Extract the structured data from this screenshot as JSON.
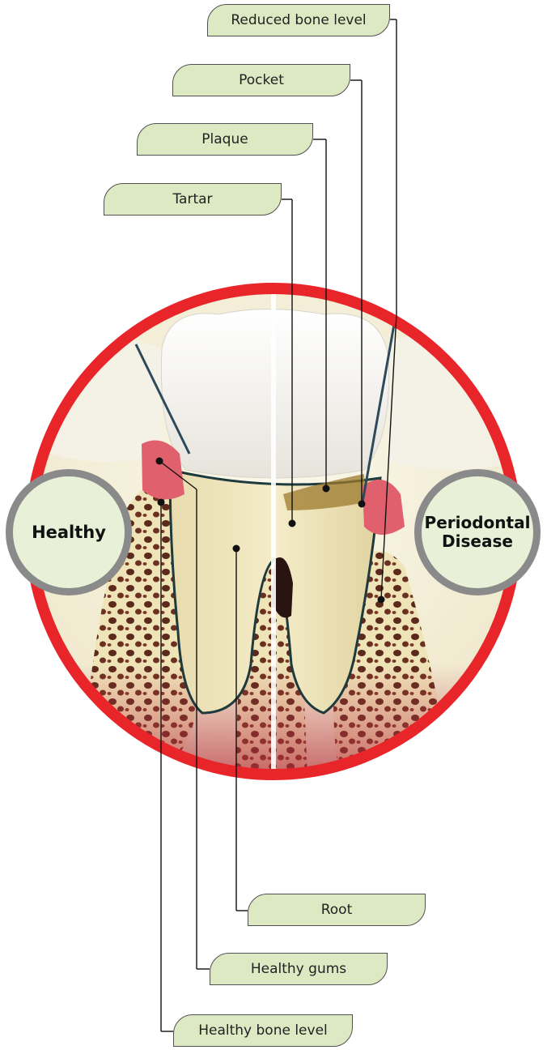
{
  "labels": {
    "reduced_bone_level": "Reduced bone level",
    "pocket": "Pocket",
    "plaque": "Plaque",
    "tartar": "Tartar",
    "root": "Root",
    "healthy_gums": "Healthy gums",
    "healthy_bone_level": "Healthy bone level"
  },
  "badges": {
    "healthy": "Healthy",
    "periodontal_line1": "Periodontal",
    "periodontal_line2": "Disease"
  },
  "colors": {
    "ring": "#e8262a",
    "pill_fill": "#dde9c3",
    "badge_ring": "#8a8a8a",
    "gum": "#e0606e",
    "bone": "#f2e6bf"
  }
}
